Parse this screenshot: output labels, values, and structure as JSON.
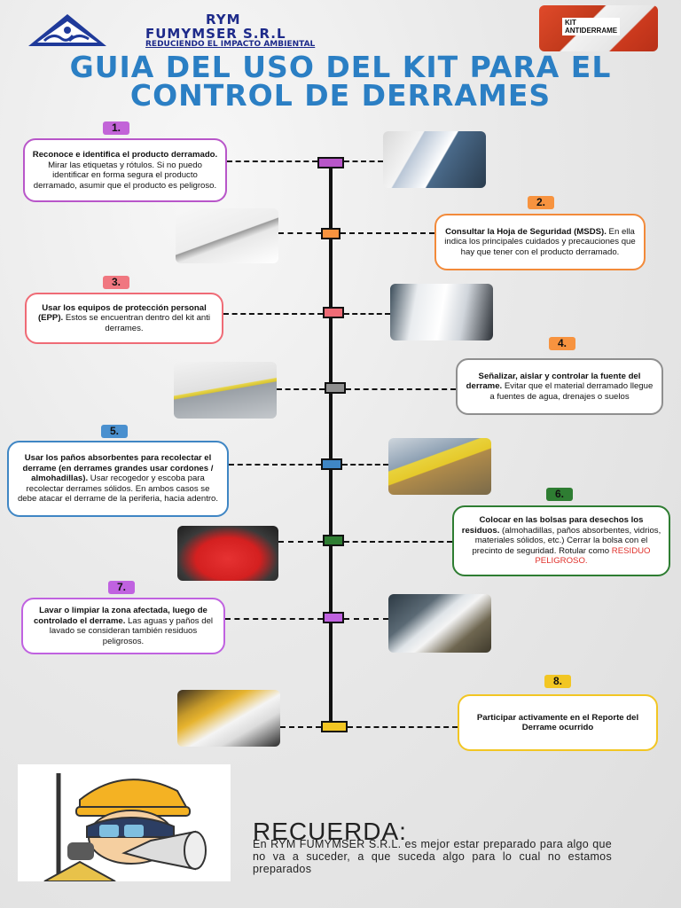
{
  "header": {
    "brand_line1": "RYM",
    "brand_line2": "FUMYMSER S.R.L",
    "brand_tagline": "REDUCIENDO EL IMPACTO AMBIENTAL",
    "kit_label_1": "KIT",
    "kit_label_2": "ANTIDERRAME"
  },
  "title": {
    "line1": "GUIA DEL USO DEL KIT PARA EL",
    "line2": "CONTROL DE DERRAMES"
  },
  "steps": [
    {
      "number": "1.",
      "bold": "Reconoce e identifica el producto derramado.",
      "text": " Mirar las etiquetas y rótulos. Si no puedo identificar en forma segura el producto derramado, asumir que el producto es peligroso.",
      "color": "#b856c9"
    },
    {
      "number": "2.",
      "bold": "Consultar la Hoja de Seguridad (MSDS).",
      "text": " En ella indica los principales cuidados y precauciones que hay que tener con el producto derramado.",
      "color": "#f28a3a"
    },
    {
      "number": "3.",
      "bold": "Usar los equipos de protección personal (EPP).",
      "text": " Estos se encuentran dentro del kit anti derrames.",
      "color": "#ef6b76"
    },
    {
      "number": "4.",
      "bold": "Señalizar, aislar y controlar la fuente del derrame.",
      "text": " Evitar que el material derramado llegue a fuentes de agua, drenajes o suelos",
      "color": "#8f8f8f"
    },
    {
      "number": "5.",
      "bold": "Usar los paños absorbentes para recolectar el derrame (en derrames grandes usar cordones / almohadillas).",
      "text": " Usar recogedor y escoba para recolectar derrames sólidos. En ambos casos se debe atacar el derrame de la periferia, hacia adentro.",
      "color": "#3f86c4"
    },
    {
      "number": "6.",
      "bold": "Colocar en las bolsas para desechos los residuos.",
      "text": " (almohadillas, paños absorbentes, vidrios, materiales sólidos, etc.) Cerrar la bolsa con el precinto de seguridad. Rotular como ",
      "red": "RESIDUO PELIGROSO.",
      "color": "#2e7d32"
    },
    {
      "number": "7.",
      "bold": "Lavar o limpiar la zona afectada, luego de controlado el derrame.",
      "text": " Las aguas y paños del lavado se consideran también residuos peligrosos.",
      "color": "#c062e0"
    },
    {
      "number": "8.",
      "bold": "Participar activamente en el Reporte del Derrame ocurrido",
      "text": "",
      "color": "#f2c623"
    }
  ],
  "recuerda": {
    "title": "RECUERDA:",
    "text": "En RYM FUMYMSER S.R.L. es mejor estar preparado para algo que no va a suceder, a que suceda algo para lo cual no estamos preparados"
  },
  "icons": [
    "company-logo-icon",
    "kit-photo",
    "hazmat-photo",
    "document-photo",
    "megaphone-cartoon"
  ]
}
